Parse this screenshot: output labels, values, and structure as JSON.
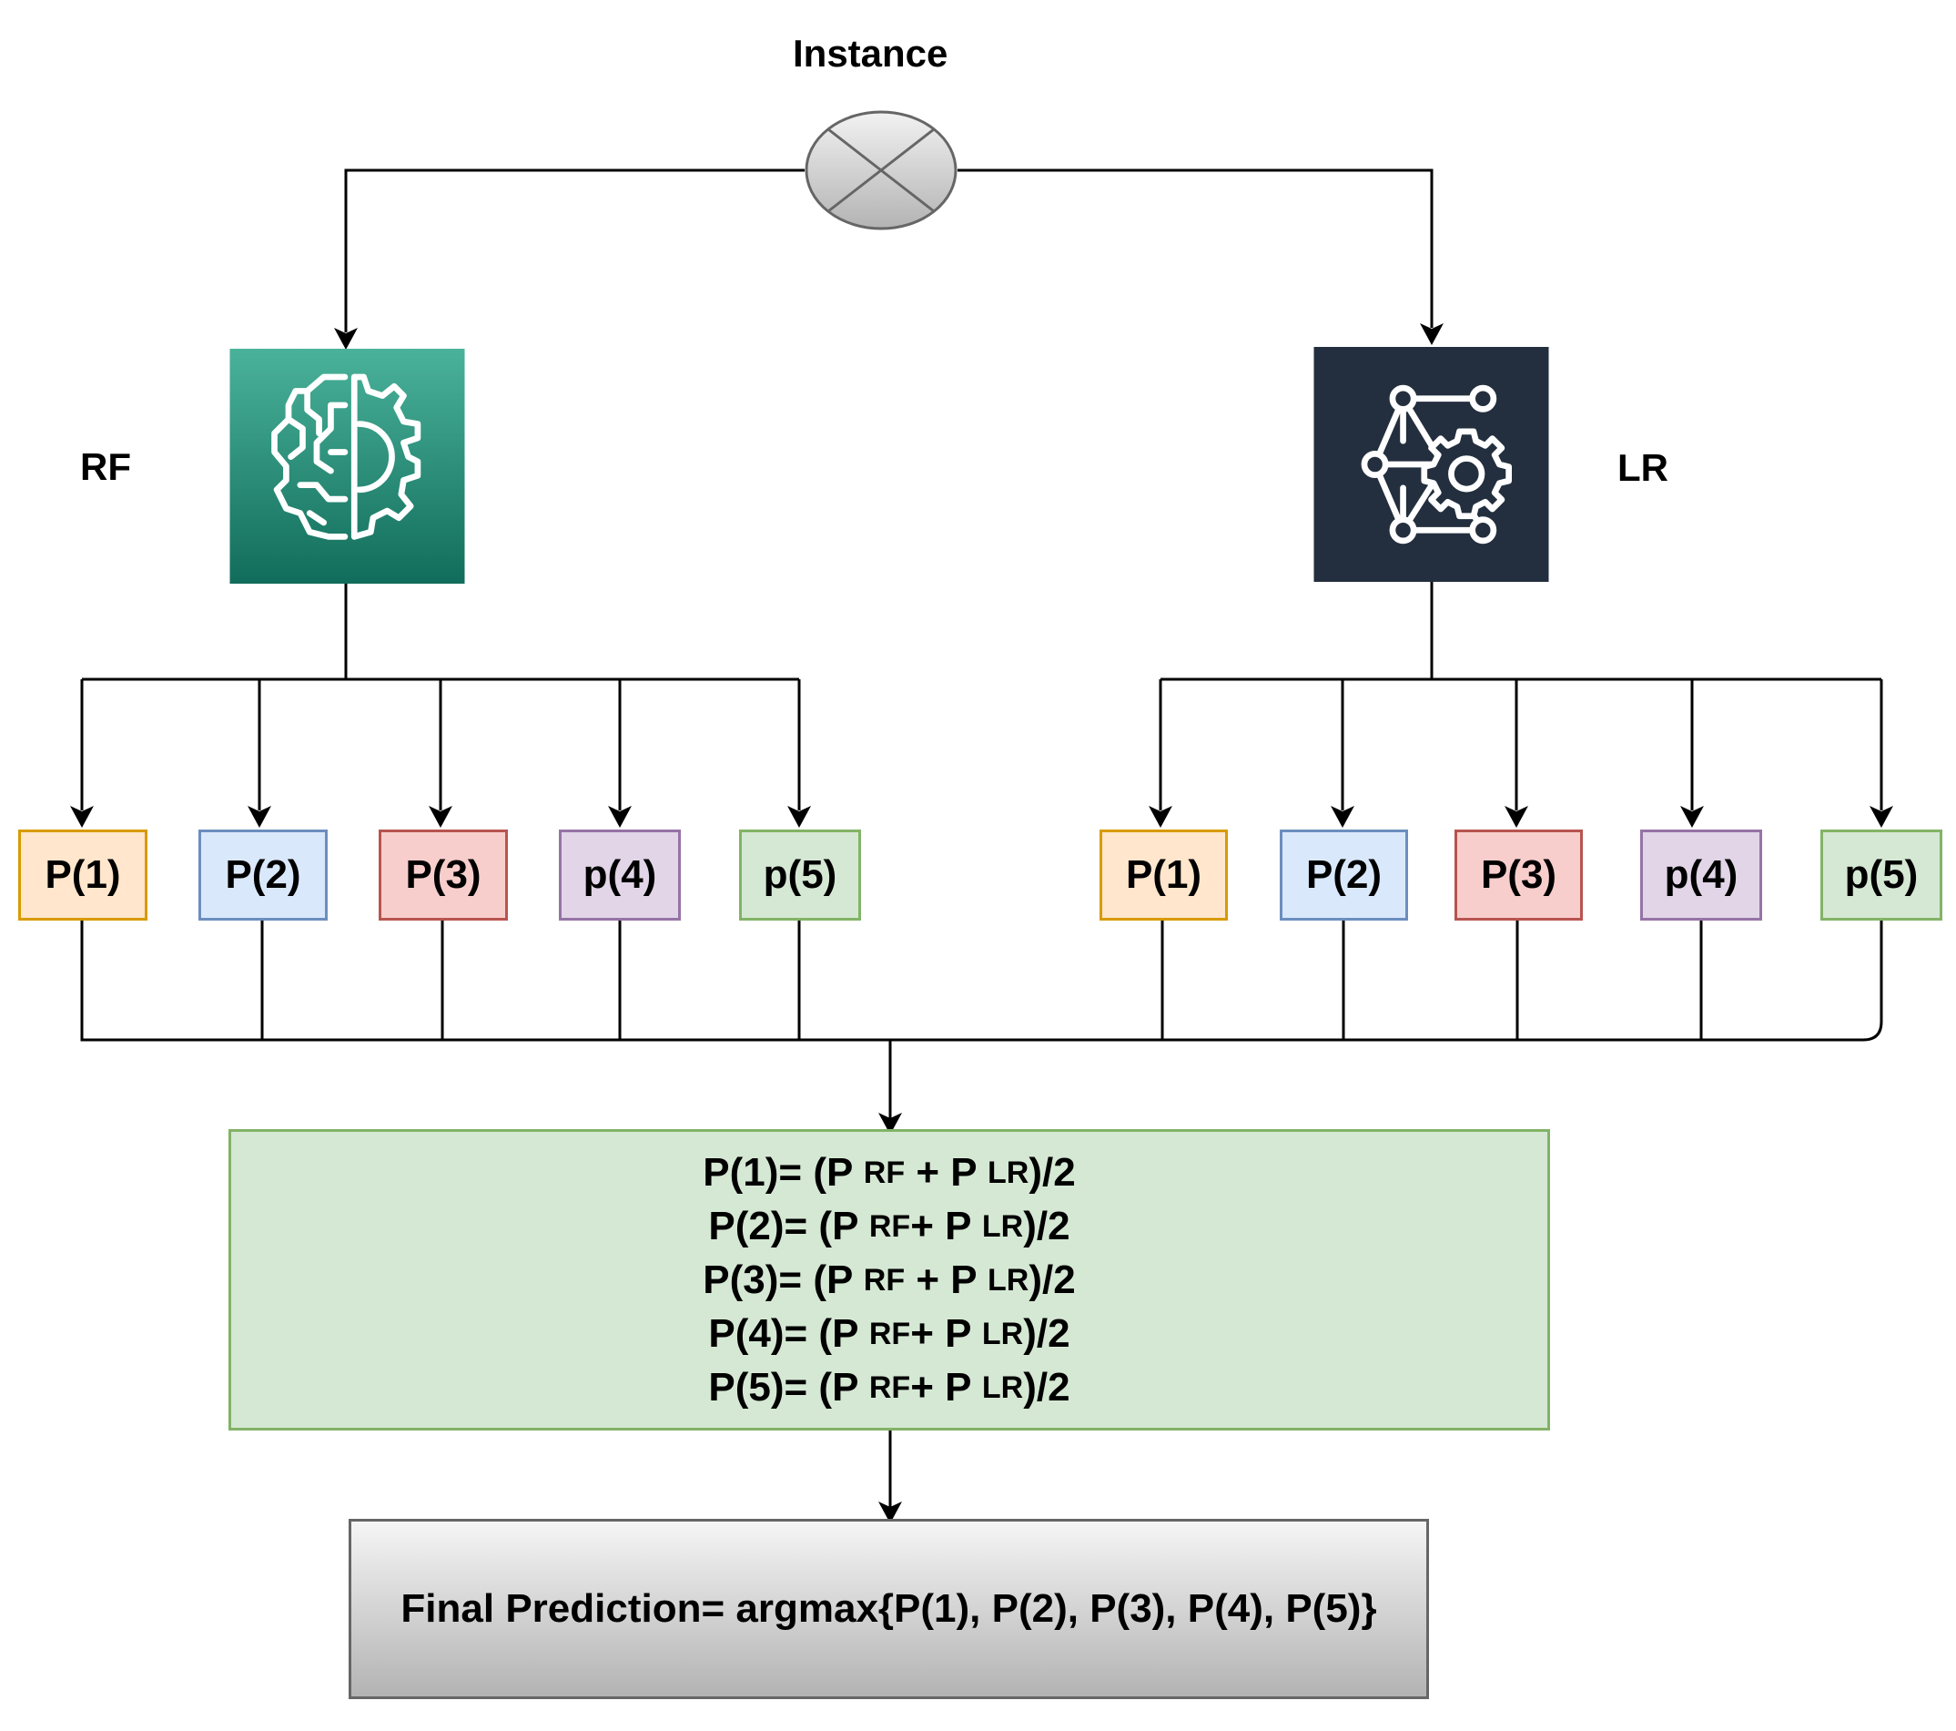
{
  "instance_label": "Instance",
  "models": {
    "rf": {
      "label": "RF",
      "icon": "brain-gear-icon",
      "color": "#1a7f68"
    },
    "lr": {
      "label": "LR",
      "icon": "network-gear-icon",
      "color": "#232f3e"
    }
  },
  "rf_outputs": [
    "P(1)",
    "P(2)",
    "P(3)",
    "p(4)",
    "p(5)"
  ],
  "lr_outputs": [
    "P(1)",
    "P(2)",
    "P(3)",
    "p(4)",
    "p(5)"
  ],
  "box_colors": [
    {
      "fill": "#ffe6cc",
      "stroke": "#d79b00"
    },
    {
      "fill": "#dae8fc",
      "stroke": "#6c8ebf"
    },
    {
      "fill": "#f8cecc",
      "stroke": "#b85450"
    },
    {
      "fill": "#e1d5e7",
      "stroke": "#9673a6"
    },
    {
      "fill": "#d5e8d4",
      "stroke": "#82b366"
    }
  ],
  "formulas": [
    {
      "lhs": "P(1)= (P ",
      "sub1": "RF",
      "mid": " + P ",
      "sub2": "LR",
      "end": ")/2"
    },
    {
      "lhs": "P(2)= (P ",
      "sub1": "RF",
      "mid": "+ P ",
      "sub2": "LR",
      "end": ")/2"
    },
    {
      "lhs": "P(3)= (P ",
      "sub1": "RF",
      "mid": " + P ",
      "sub2": "LR",
      "end": ")/2"
    },
    {
      "lhs": "P(4)= (P ",
      "sub1": "RF",
      "mid": "+ P ",
      "sub2": "LR",
      "end": ")/2"
    },
    {
      "lhs": "P(5)= (P ",
      "sub1": "RF",
      "mid": "+ P ",
      "sub2": "LR",
      "end": ")/2"
    }
  ],
  "final_prediction": "Final Prediction= argmax{P(1), P(2), P(3), P(4), P(5)}"
}
